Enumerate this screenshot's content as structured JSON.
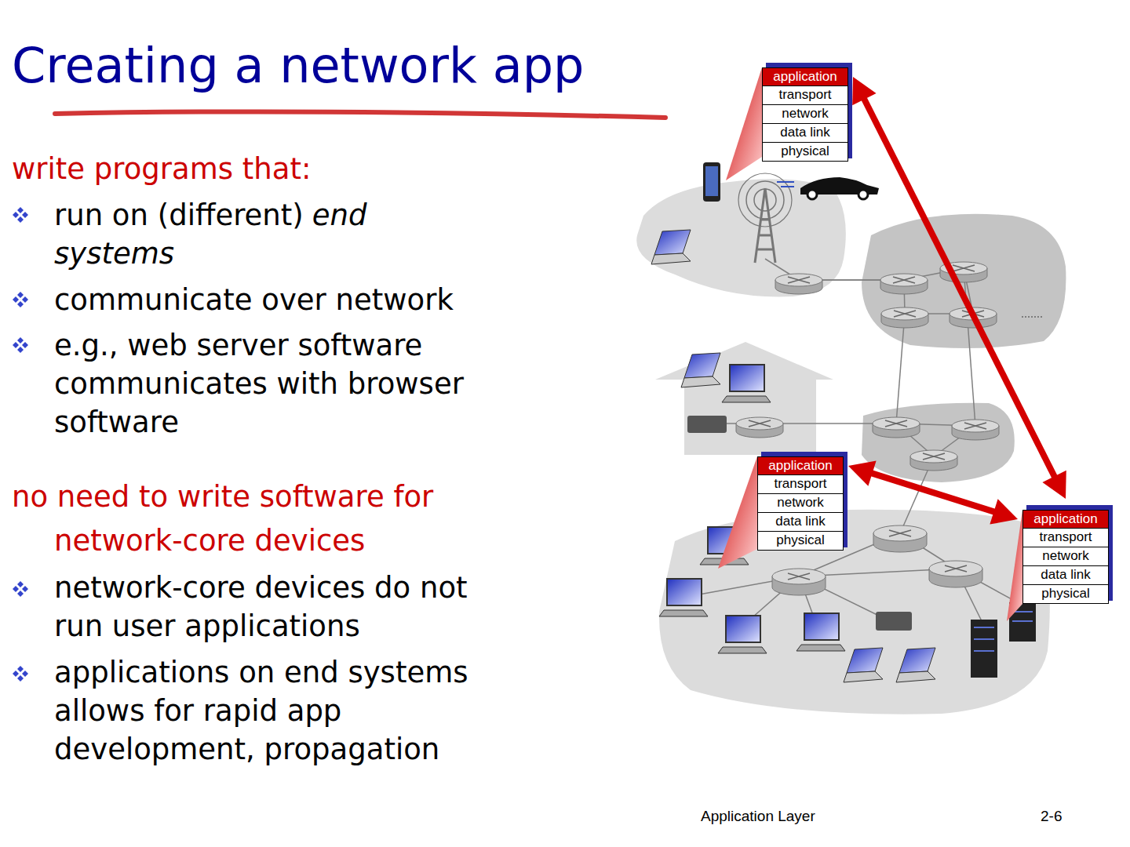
{
  "diagram": {
    "title": "Creating a network app",
    "nodes": [
      {
        "text": [
          "application"
        ]
      },
      {
        "text": [
          "transport"
        ]
      },
      {
        "text": [
          "network"
        ]
      },
      {
        "text": [
          "data link"
        ]
      },
      {
        "text": [
          "physical"
        ]
      },
      {
        "text": [
          "application"
        ]
      },
      {
        "text": [
          "transport"
        ]
      },
      {
        "text": [
          "network"
        ]
      },
      {
        "text": [
          "data link"
        ]
      },
      {
        "text": [
          "physical"
        ]
      },
      {
        "text": [
          "application"
        ]
      },
      {
        "text": [
          "transport"
        ]
      },
      {
        "text": [
          "network"
        ]
      },
      {
        "text": [
          "data link"
        ]
      },
      {
        "text": [
          "physical"
        ]
      }
    ],
    "edges": [
      {
        "from": 0,
        "to": 10,
        "arrow": "both"
      },
      {
        "from": 5,
        "to": 10,
        "arrow": "both"
      }
    ],
    "labels": [
      "write programs that:",
      "run on (different)",
      "end systems",
      "communicate over network",
      "e.g., web server software communicates with browser software",
      "no need to write software for network-core devices",
      "network-core devices do not run user applications",
      "applications on end systems  allows for rapid app development, propagation",
      "Application Layer",
      "2-6"
    ]
  }
}
